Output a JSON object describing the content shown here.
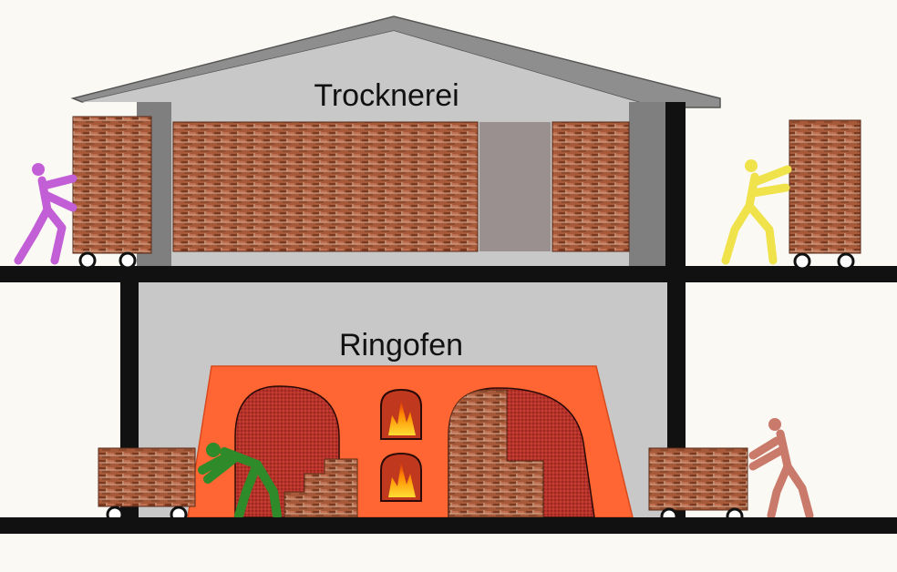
{
  "labels": {
    "upper_floor": "Trocknerei",
    "lower_floor": "Ringofen"
  },
  "colors": {
    "background": "#fbf9f4",
    "roof": "#8e8e8e",
    "hall": "#c8c8c8",
    "structure": "#111111",
    "brick": "#a65a3a",
    "kiln": "#ff6633",
    "kiln_chamber": "#b8322a",
    "doorway": "#9a9090",
    "fire": "#ff8a00",
    "worker_purple": "#c35fd6",
    "worker_yellow": "#efe24a",
    "worker_green": "#2f8a2a",
    "worker_salmon": "#c97a6a"
  },
  "icons": [
    "brick-stack",
    "cart-wheel",
    "worker-figure",
    "fire-window"
  ]
}
